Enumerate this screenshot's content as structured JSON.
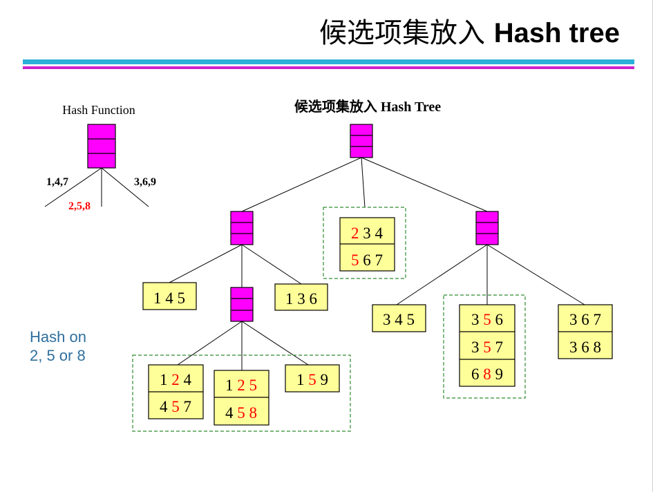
{
  "slide": {
    "title_cjk": "候选项集放入",
    "title_en": "Hash tree",
    "hash_note_line1": "Hash on",
    "hash_note_line2": "2, 5 or 8"
  },
  "hash_function": {
    "label": "Hash Function",
    "branches": [
      "1,4,7",
      "2,5,8",
      "3,6,9"
    ]
  },
  "tree": {
    "title": "候选项集放入 Hash Tree",
    "leaves": [
      {
        "id": "leaf-234-567",
        "itemsets": [
          [
            "2",
            "3",
            "4"
          ],
          [
            "5",
            "6",
            "7"
          ]
        ],
        "hashed_index": 0
      },
      {
        "id": "leaf-145",
        "itemsets": [
          [
            "1",
            "4",
            "5"
          ]
        ],
        "hashed_index": -1
      },
      {
        "id": "leaf-136",
        "itemsets": [
          [
            "1",
            "3",
            "6"
          ]
        ],
        "hashed_index": -1
      },
      {
        "id": "leaf-124-457",
        "itemsets": [
          [
            "1",
            "2",
            "4"
          ],
          [
            "4",
            "5",
            "7"
          ]
        ],
        "hashed_index": 1
      },
      {
        "id": "leaf-125-458",
        "itemsets": [
          [
            "1",
            "2",
            "5"
          ],
          [
            "4",
            "5",
            "8"
          ]
        ],
        "hashed_index": 1,
        "hashed_index_2": 2
      },
      {
        "id": "leaf-159",
        "itemsets": [
          [
            "1",
            "5",
            "9"
          ]
        ],
        "hashed_index": 1
      },
      {
        "id": "leaf-345",
        "itemsets": [
          [
            "3",
            "4",
            "5"
          ]
        ],
        "hashed_index": -1
      },
      {
        "id": "leaf-356-357-689",
        "itemsets": [
          [
            "3",
            "5",
            "6"
          ],
          [
            "3",
            "5",
            "7"
          ],
          [
            "6",
            "8",
            "9"
          ]
        ],
        "hashed_index": 1
      },
      {
        "id": "leaf-367-368",
        "itemsets": [
          [
            "3",
            "6",
            "7"
          ],
          [
            "3",
            "6",
            "8"
          ]
        ],
        "hashed_index": -1
      }
    ]
  },
  "colors": {
    "hash_node": "#ff00ff",
    "leaf_fill": "#ffff99",
    "highlight_digit": "#ff0000",
    "group_border": "#2e8b2e",
    "rule_cyan": "#2ab0d9",
    "rule_magenta": "#cc22cc",
    "note_text": "#2e6f9e"
  }
}
